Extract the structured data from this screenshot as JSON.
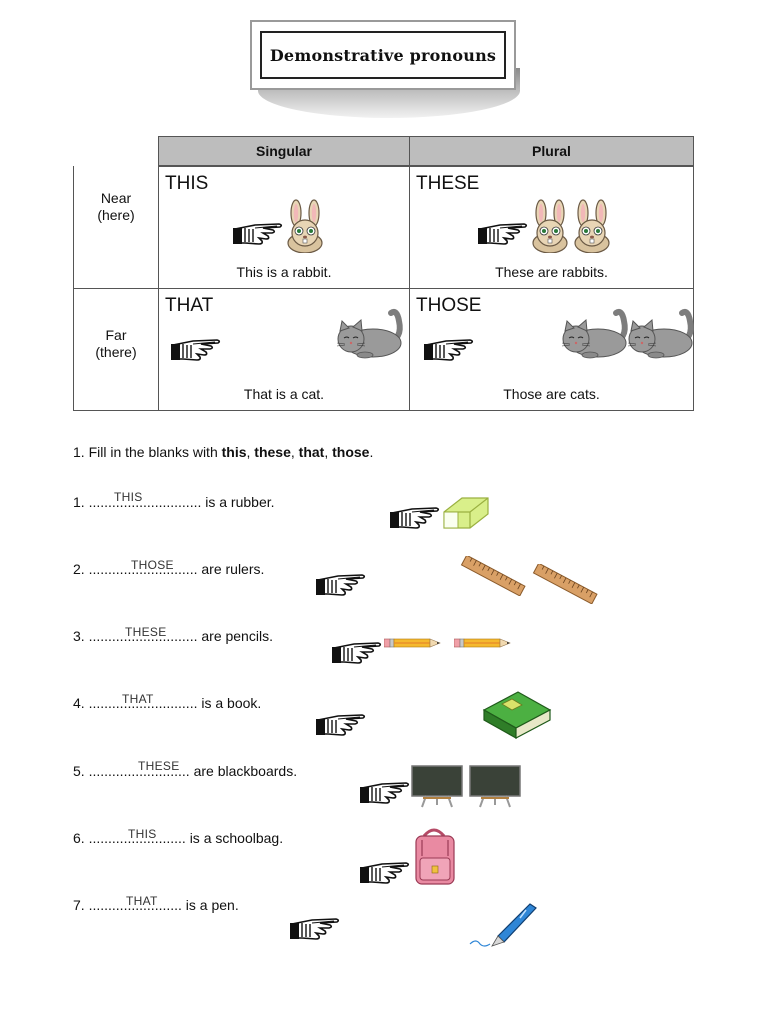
{
  "title": "Demonstrative pronouns",
  "table": {
    "headers": {
      "singular": "Singular",
      "plural": "Plural"
    },
    "rows": [
      {
        "label_line1": "Near",
        "label_line2": "(here)",
        "singular": {
          "word": "THIS",
          "caption": "This is a rabbit."
        },
        "plural": {
          "word": "THESE",
          "caption": "These are rabbits."
        }
      },
      {
        "label_line1": "Far",
        "label_line2": "(there)",
        "singular": {
          "word": "THAT",
          "caption": "That is a cat."
        },
        "plural": {
          "word": "THOSE",
          "caption": "Those are cats."
        }
      }
    ]
  },
  "instructions": {
    "prefix": "1. Fill in the blanks with ",
    "w1": "this",
    "sep1": ", ",
    "w2": "these",
    "sep2": ", ",
    "w3": "that",
    "sep3": ", ",
    "w4": "those",
    "suffix": "."
  },
  "exercises": [
    {
      "text": "1. ............................. is a rubber.",
      "answer": "THIS"
    },
    {
      "text": "2. ............................ are rulers.",
      "answer": "THOSE"
    },
    {
      "text": "3. ............................ are pencils.",
      "answer": "THESE"
    },
    {
      "text": "4. ............................ is a book.",
      "answer": "THAT"
    },
    {
      "text": "5. .......................... are blackboards.",
      "answer": "THESE"
    },
    {
      "text": "6. ......................... is a schoolbag.",
      "answer": "THIS"
    },
    {
      "text": "7. ........................ is a pen.",
      "answer": "THAT"
    }
  ],
  "icons": [
    "pointing-hand-icon",
    "rabbit-icon",
    "cat-icon",
    "eraser-icon",
    "ruler-icon",
    "pencil-icon",
    "book-icon",
    "blackboard-icon",
    "schoolbag-icon",
    "pen-icon"
  ],
  "colors": {
    "header_bg": "#bdbdbd",
    "eraser": "#d9ef8a",
    "ruler": "#d9a066",
    "book": "#3c9a35",
    "blackboard": "#3a4238",
    "schoolbag": "#e98aa2",
    "pen": "#2f86d6"
  }
}
